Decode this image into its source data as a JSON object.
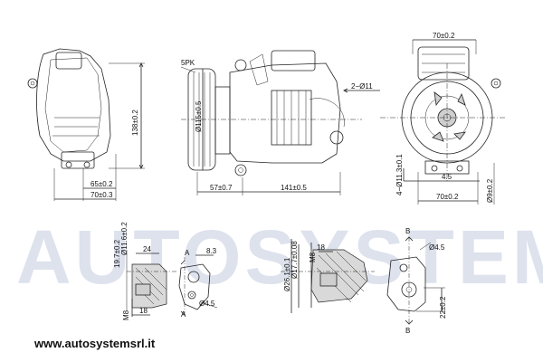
{
  "watermark": "AUTOSYSTEM",
  "website": "www.autosystemsrl.it",
  "colors": {
    "line": "#222222",
    "text": "#111111",
    "watermark": "#96a5c8"
  },
  "dims": {
    "d138": "138±0.2",
    "d65": "65±0.2",
    "d70a": "70±0.3",
    "pk": "5PK",
    "d115": "Ø115±0.5",
    "d57": "57±0.7",
    "d141": "141±0.5",
    "d2x11": "2−Ø11",
    "d70top": "70±0.2",
    "d4x11": "4−Ø11.3±0.1",
    "d45": "4.5",
    "d70b": "70±0.2",
    "d9": "Ø9±0.2",
    "d197": "19.7±0.2",
    "d116": "Ø11.6±0.2",
    "d24": "24",
    "m8a": "M8",
    "d18a": "18",
    "ltrA": "A",
    "d83": "8.3",
    "ltrA2": "A",
    "d45b": "Ø4.5",
    "d261": "Ø26.1±0.1",
    "d177": "Ø17.7±0.08",
    "m8b": "M8",
    "d18b": "18",
    "d45c": "Ø4.5",
    "ltrB": "B",
    "ltrB2": "B",
    "d22": "22±0.2"
  }
}
